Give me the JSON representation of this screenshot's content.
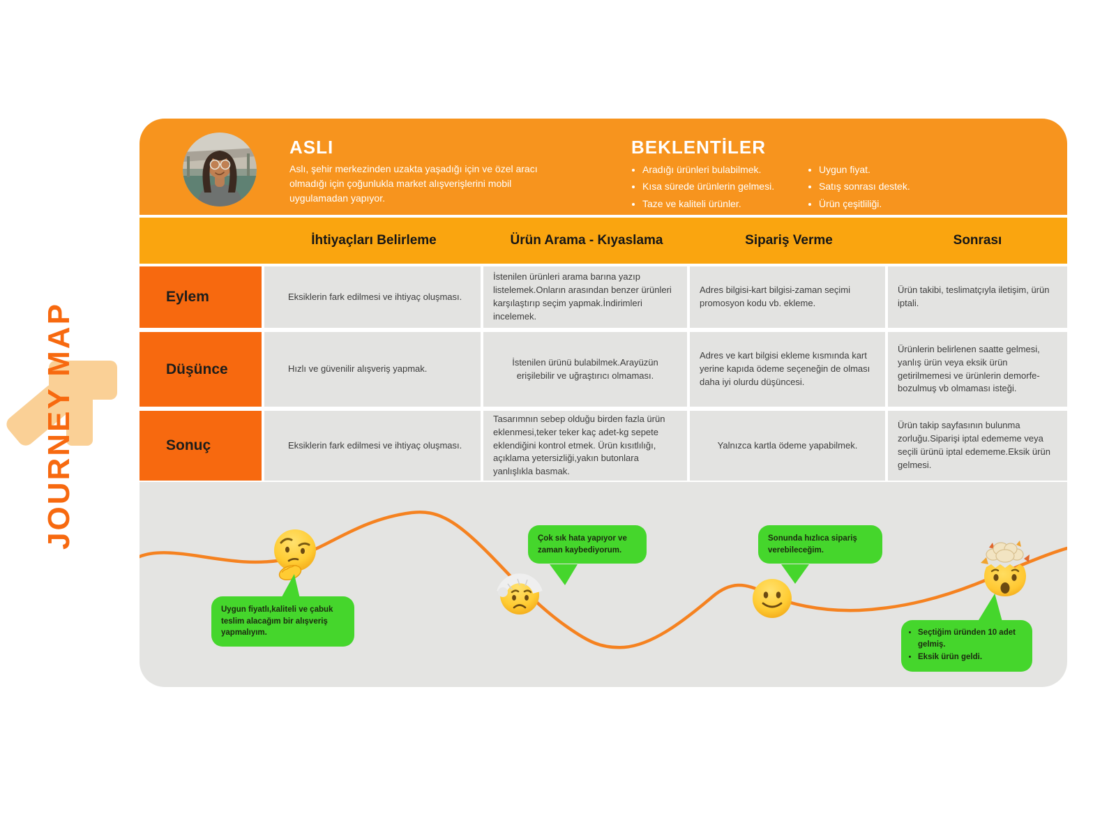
{
  "side": {
    "title": "JOURNEY MAP",
    "numeral_graphic": "4"
  },
  "persona": {
    "name": "ASLI",
    "description": "Aslı, şehir merkezinden uzakta yaşadığı için ve özel aracı olmadığı için çoğunlukla market alışverişlerini mobil uygulamadan yapıyor."
  },
  "expectations": {
    "title": "BEKLENTİLER",
    "column1": [
      "Aradığı ürünleri bulabilmek.",
      "Kısa sürede ürünlerin gelmesi.",
      "Taze ve kaliteli ürünler."
    ],
    "column2": [
      "Uygun fiyat.",
      "Satış sonrası destek.",
      "Ürün çeşitliliği."
    ]
  },
  "stages": [
    "İhtiyaçları Belirleme",
    "Ürün Arama - Kıyaslama",
    "Sipariş Verme",
    "Sonrası"
  ],
  "rows": [
    {
      "label": "Eylem",
      "cells": [
        "Eksiklerin fark edilmesi ve ihtiyaç oluşması.",
        "İstenilen ürünleri arama barına yazıp listelemek.Onların arasından benzer ürünleri karşılaştırıp seçim yapmak.İndirimleri incelemek.",
        "Adres bilgisi-kart bilgisi-zaman seçimi promosyon kodu vb. ekleme.",
        "Ürün takibi, teslimatçıyla iletişim, ürün iptali."
      ]
    },
    {
      "label": "Düşünce",
      "cells": [
        "Hızlı ve güvenilir alışveriş yapmak.",
        "İstenilen ürünü bulabilmek.Arayüzün erişilebilir ve uğraştırıcı olmaması.",
        "Adres ve kart bilgisi ekleme kısmında kart yerine kapıda ödeme seçeneğin de olması daha iyi olurdu düşüncesi.",
        "Ürünlerin belirlenen saatte gelmesi, yanlış ürün veya eksik ürün getirilmemesi ve ürünlerin demorfe-bozulmuş vb olmaması isteği."
      ]
    },
    {
      "label": "Sonuç",
      "cells": [
        "Eksiklerin fark edilmesi ve ihtiyaç oluşması.",
        "Tasarımnın sebep olduğu birden fazla ürün eklenmesi,teker teker kaç adet-kg sepete eklendiğini kontrol etmek. Ürün kısıtlılığı, açıklama yetersizliği,yakın butonlara yanlışlıkla basmak.",
        "Yalnızca kartla ödeme yapabilmek.",
        "Ürün takip sayfasının bulunma zorluğu.Siparişi iptal edememe veya seçili ürünü iptal edememe.Eksik ürün gelmesi."
      ]
    }
  ],
  "journey": {
    "bubbles": [
      {
        "text": "Uygun fiyatlı,kaliteli ve çabuk teslim alacağım bir alışveriş yapmalıyım."
      },
      {
        "text": "Çok sık hata yapıyor ve zaman kaybediyorum."
      },
      {
        "text": "Sonunda hızlıca sipariş verebileceğim."
      },
      {
        "items": [
          "Seçtiğim üründen 10 adet gelmiş.",
          "Eksik ürün geldi."
        ]
      }
    ],
    "emotions": [
      "thinking-face",
      "face-with-head-bandage",
      "slightly-smiling-face",
      "exploding-head"
    ]
  },
  "colors": {
    "header_orange": "#F7941E",
    "band_orange": "#FAA50F",
    "label_orange": "#F7690F",
    "cell_gray": "#E3E3E1",
    "canvas_gray": "#E4E4E2",
    "bubble_green": "#45D62C",
    "curve_orange": "#F58220",
    "accent_light_orange": "#FAD096"
  }
}
